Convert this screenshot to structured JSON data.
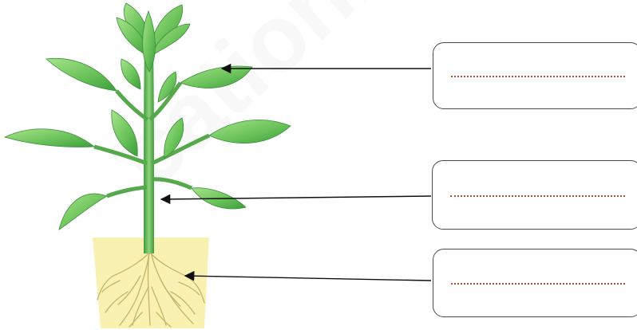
{
  "labels": [
    {
      "id": "leaf",
      "text": ""
    },
    {
      "id": "stem",
      "text": ""
    },
    {
      "id": "root",
      "text": ""
    }
  ],
  "watermark": "cation.c",
  "colors": {
    "leaf_light": "#8ed873",
    "leaf_dark": "#3c9e3e",
    "stem": "#5cb04f",
    "soil": "#f7efa3",
    "roots": "#c7b36a",
    "arrow": "#111111",
    "box_border": "#4a4a4a",
    "dotted_line": "#c0492c"
  }
}
